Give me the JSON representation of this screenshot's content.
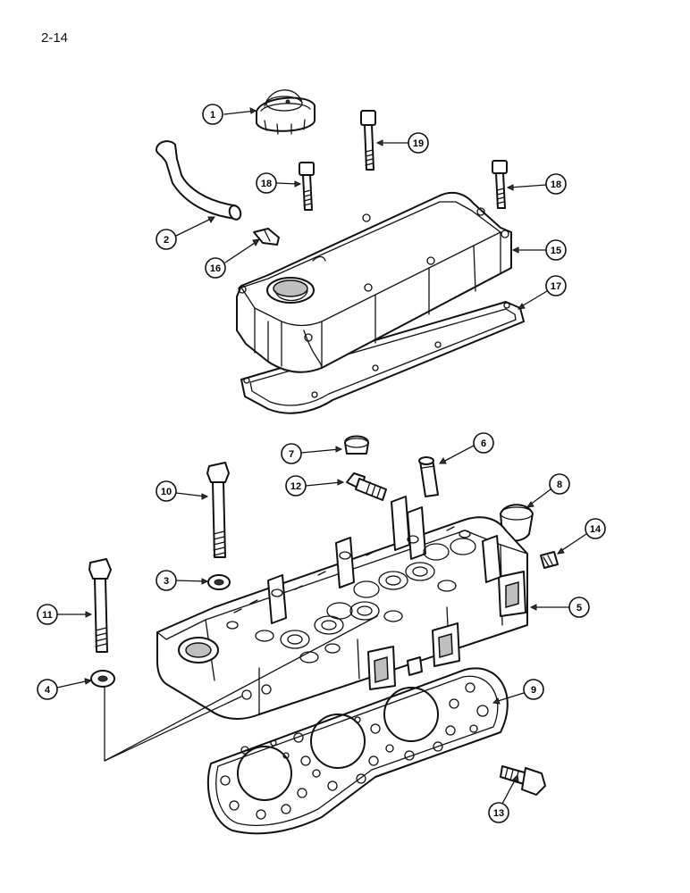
{
  "page": {
    "number": "2-14"
  },
  "callouts": [
    {
      "id": "1",
      "label": "1"
    },
    {
      "id": "2",
      "label": "2"
    },
    {
      "id": "3",
      "label": "3"
    },
    {
      "id": "4",
      "label": "4"
    },
    {
      "id": "5",
      "label": "5"
    },
    {
      "id": "6",
      "label": "6"
    },
    {
      "id": "7",
      "label": "7"
    },
    {
      "id": "8",
      "label": "8"
    },
    {
      "id": "9",
      "label": "9"
    },
    {
      "id": "10",
      "label": "10"
    },
    {
      "id": "11",
      "label": "11"
    },
    {
      "id": "12",
      "label": "12"
    },
    {
      "id": "13",
      "label": "13"
    },
    {
      "id": "14",
      "label": "14"
    },
    {
      "id": "15",
      "label": "15"
    },
    {
      "id": "16",
      "label": "16"
    },
    {
      "id": "17",
      "label": "17"
    },
    {
      "id": "18a",
      "label": "18"
    },
    {
      "id": "18b",
      "label": "18"
    },
    {
      "id": "19",
      "label": "19"
    }
  ]
}
